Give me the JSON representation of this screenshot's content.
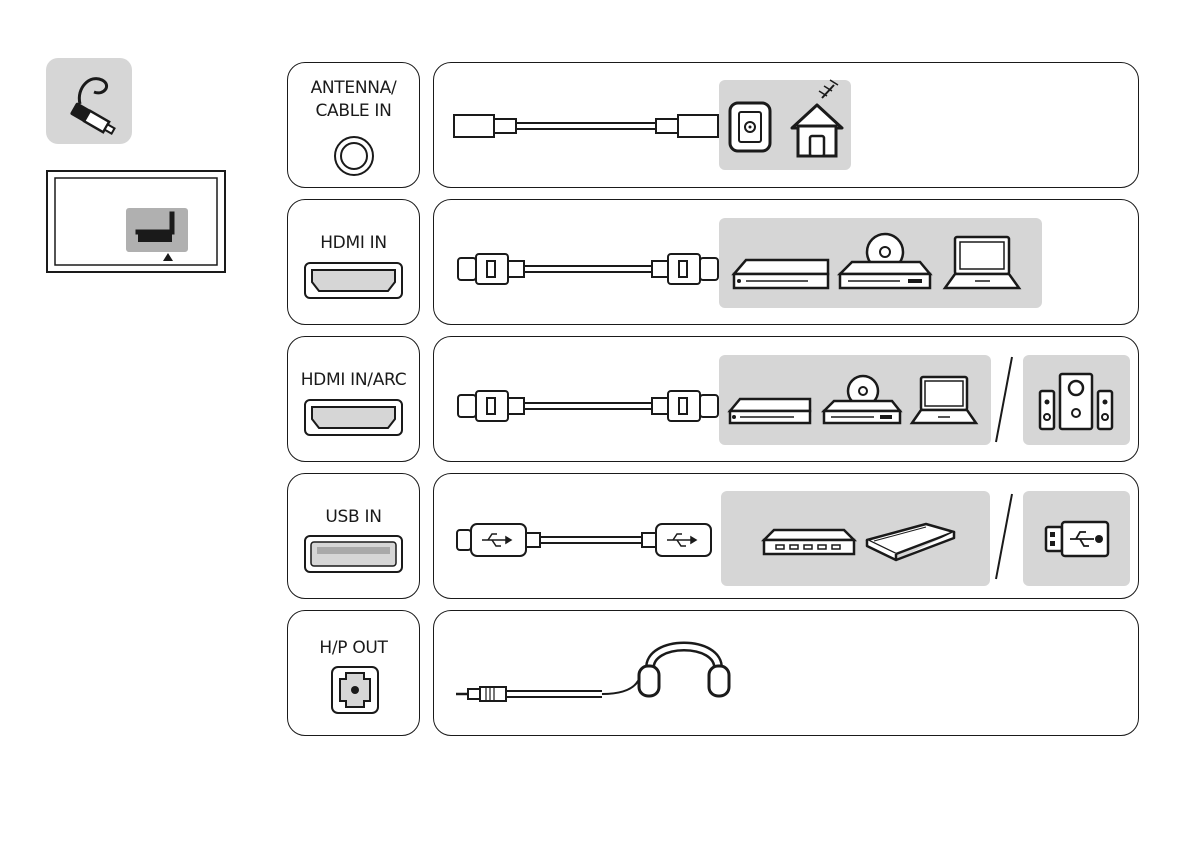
{
  "ports": [
    {
      "id": "antenna",
      "label_line1": "ANTENNA/",
      "label_line2": "CABLE IN"
    },
    {
      "id": "hdmi",
      "label": "HDMI IN"
    },
    {
      "id": "hdmi-arc",
      "label": "HDMI IN/ARC"
    },
    {
      "id": "usb",
      "label": "USB IN"
    },
    {
      "id": "headphone",
      "label": "H/P OUT"
    }
  ],
  "colors": {
    "panel_gray": "#d6d6d6",
    "line": "#1a1a1a",
    "background": "#ffffff"
  }
}
